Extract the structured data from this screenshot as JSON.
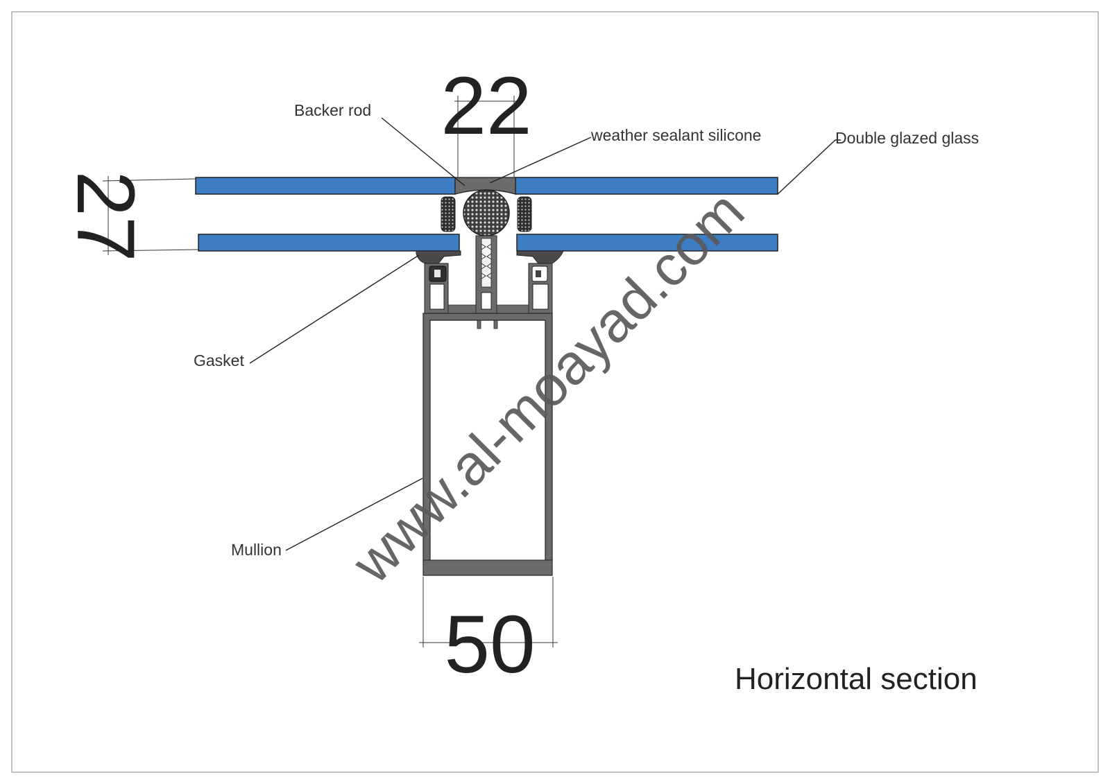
{
  "labels": {
    "backer_rod": "Backer rod",
    "weather_sealant": "weather sealant silicone",
    "double_glazed": "Double glazed glass",
    "gasket": "Gasket",
    "mullion": "Mullion"
  },
  "dimensions": {
    "joint_width": "22",
    "glass_thickness": "27",
    "mullion_width": "50"
  },
  "title": "Horizontal section",
  "watermark": "www.al-moayad.com",
  "colors": {
    "glass": "#3d7dc4",
    "aluminium": "#6b6b6b",
    "gasket": "#4a4a4a",
    "backer_rod": "#555555"
  }
}
